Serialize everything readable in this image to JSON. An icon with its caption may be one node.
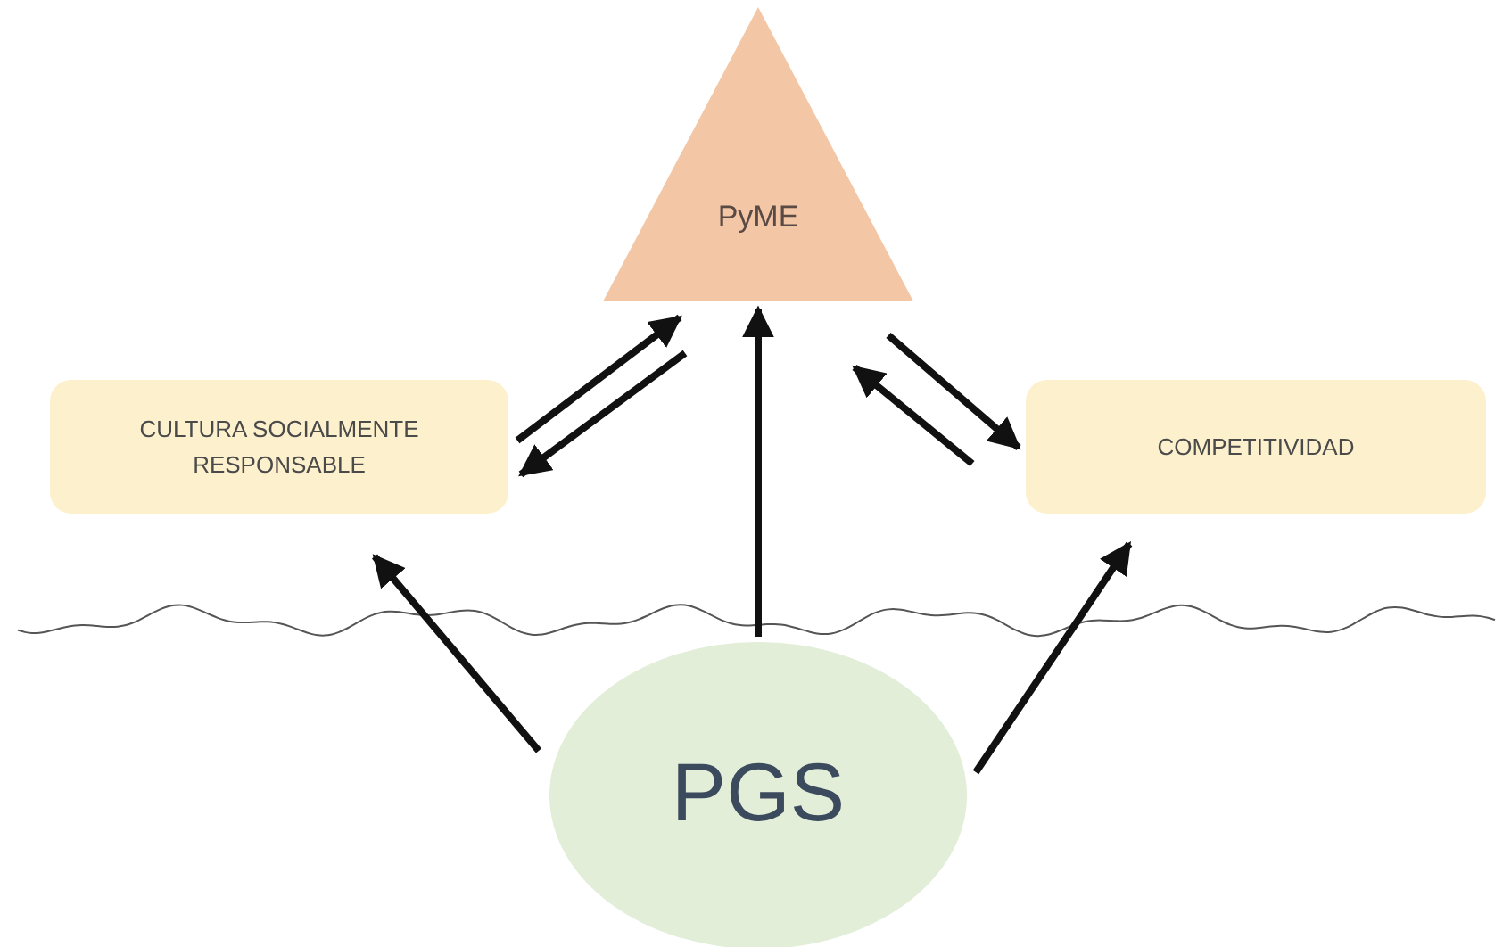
{
  "diagram": {
    "nodes": [
      {
        "text": [
          "PyME"
        ]
      },
      {
        "text": [
          "CULTURA SOCIALMENTE RESPONSABLE"
        ]
      },
      {
        "text": [
          "COMPETITIVIDAD"
        ]
      },
      {
        "text": [
          "PGS"
        ]
      }
    ],
    "edges": [
      {
        "from": 1,
        "to": 0,
        "arrow": "to"
      },
      {
        "from": 0,
        "to": 1,
        "arrow": "to"
      },
      {
        "from": 2,
        "to": 0,
        "arrow": "to"
      },
      {
        "from": 0,
        "to": 2,
        "arrow": "to"
      },
      {
        "from": 3,
        "to": 1,
        "arrow": "to"
      },
      {
        "from": 3,
        "to": 0,
        "arrow": "to"
      },
      {
        "from": 3,
        "to": 2,
        "arrow": "to"
      }
    ]
  }
}
